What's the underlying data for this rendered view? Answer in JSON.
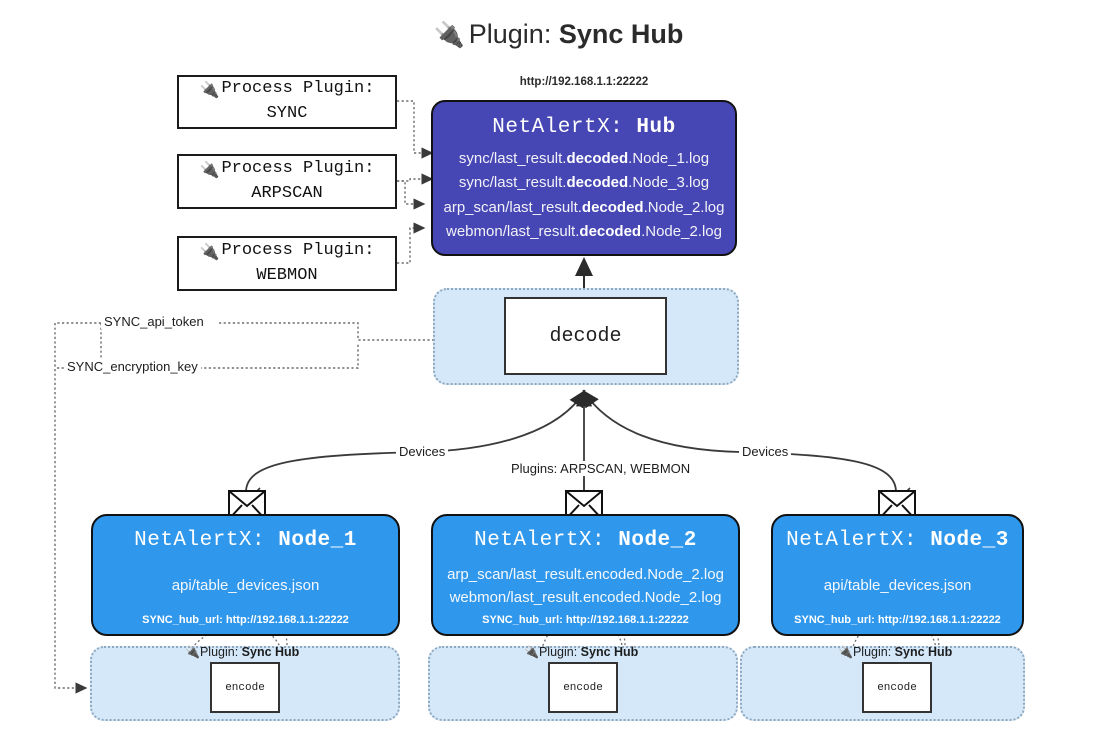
{
  "title": {
    "icon": "plug-icon",
    "prefix": "Plugin:",
    "name": "Sync Hub"
  },
  "process_plugins": [
    {
      "icon": "plug-icon",
      "label": "Process Plugin:",
      "name": "SYNC"
    },
    {
      "icon": "plug-icon",
      "label": "Process Plugin:",
      "name": "ARPSCAN"
    },
    {
      "icon": "plug-icon",
      "label": "Process Plugin:",
      "name": "WEBMON"
    }
  ],
  "hub": {
    "url": "http://192.168.1.1:22222",
    "header_prefix": "NetAlertX:",
    "header_name": "Hub",
    "loglines": [
      {
        "pre": "sync/last_result.",
        "em": "decoded",
        "post": ".Node_1.log"
      },
      {
        "pre": "sync/last_result.",
        "em": "decoded",
        "post": ".Node_3.log"
      },
      {
        "pre": "arp_scan/last_result.",
        "em": "decoded",
        "post": ".Node_2.log"
      },
      {
        "pre": "webmon/last_result.",
        "em": "decoded",
        "post": ".Node_2.log"
      }
    ]
  },
  "decode": {
    "label": "decode"
  },
  "secrets": [
    {
      "label": "SYNC_api_token"
    },
    {
      "label": "SYNC_encryption_key"
    }
  ],
  "edge_labels": {
    "left_devices": "Devices",
    "right_devices": "Devices",
    "center_plugins": "Plugins: ARPSCAN, WEBMON"
  },
  "nodes": [
    {
      "id": "node1",
      "header_prefix": "NetAlertX:",
      "header_name": "Node_1",
      "lines": [
        "api/table_devices.json"
      ],
      "hub_url": "SYNC_hub_url: http://192.168.1.1:22222",
      "icon": "envelope-icon"
    },
    {
      "id": "node2",
      "header_prefix": "NetAlertX:",
      "header_name": "Node_2",
      "lines": [
        "arp_scan/last_result.encoded.Node_2.log",
        "webmon/last_result.encoded.Node_2.log"
      ],
      "hub_url": "SYNC_hub_url: http://192.168.1.1:22222",
      "icon": "envelope-icon"
    },
    {
      "id": "node3",
      "header_prefix": "NetAlertX:",
      "header_name": "Node_3",
      "lines": [
        "api/table_devices.json"
      ],
      "hub_url": "SYNC_hub_url: http://192.168.1.1:22222",
      "icon": "envelope-icon"
    }
  ],
  "encoders": [
    {
      "plugin_prefix": "Plugin:",
      "plugin_name": "Sync Hub",
      "label": "encode",
      "icon": "plug-icon"
    },
    {
      "plugin_prefix": "Plugin:",
      "plugin_name": "Sync Hub",
      "label": "encode",
      "icon": "plug-icon"
    },
    {
      "plugin_prefix": "Plugin:",
      "plugin_name": "Sync Hub",
      "label": "encode",
      "icon": "plug-icon"
    }
  ],
  "colors": {
    "hub_fill": "#4646b4",
    "node_fill": "#2f97ec",
    "container_fill": "#d4e8fa",
    "container_border": "#8fa8bd",
    "stroke": "#333333"
  }
}
